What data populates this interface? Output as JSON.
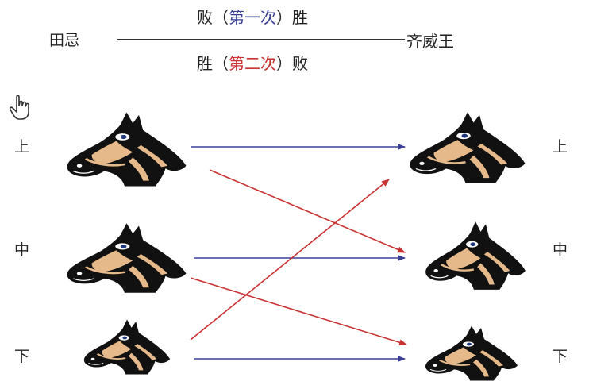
{
  "header": {
    "left_name": "田忌",
    "right_name": "齐威王",
    "round1": {
      "pre": "败（",
      "mid": "第一次",
      "post": "）胜"
    },
    "round2": {
      "pre": "胜（",
      "mid": "第二次",
      "post": "）败"
    }
  },
  "tiers": {
    "left": [
      "上",
      "中",
      "下"
    ],
    "right": [
      "上",
      "中",
      "下"
    ]
  },
  "colors": {
    "first_match_arrow": "#3a3f96",
    "second_match_arrow": "#c83232",
    "horse_fill": "#111111",
    "horse_face": "#e5b98a"
  },
  "matchups": {
    "first": [
      [
        "上",
        "上"
      ],
      [
        "中",
        "中"
      ],
      [
        "下",
        "下"
      ]
    ],
    "second": [
      [
        "上",
        "中"
      ],
      [
        "中",
        "下"
      ],
      [
        "下",
        "上"
      ]
    ]
  },
  "icons": [
    "hand-pointer-icon",
    "horse-icon"
  ]
}
